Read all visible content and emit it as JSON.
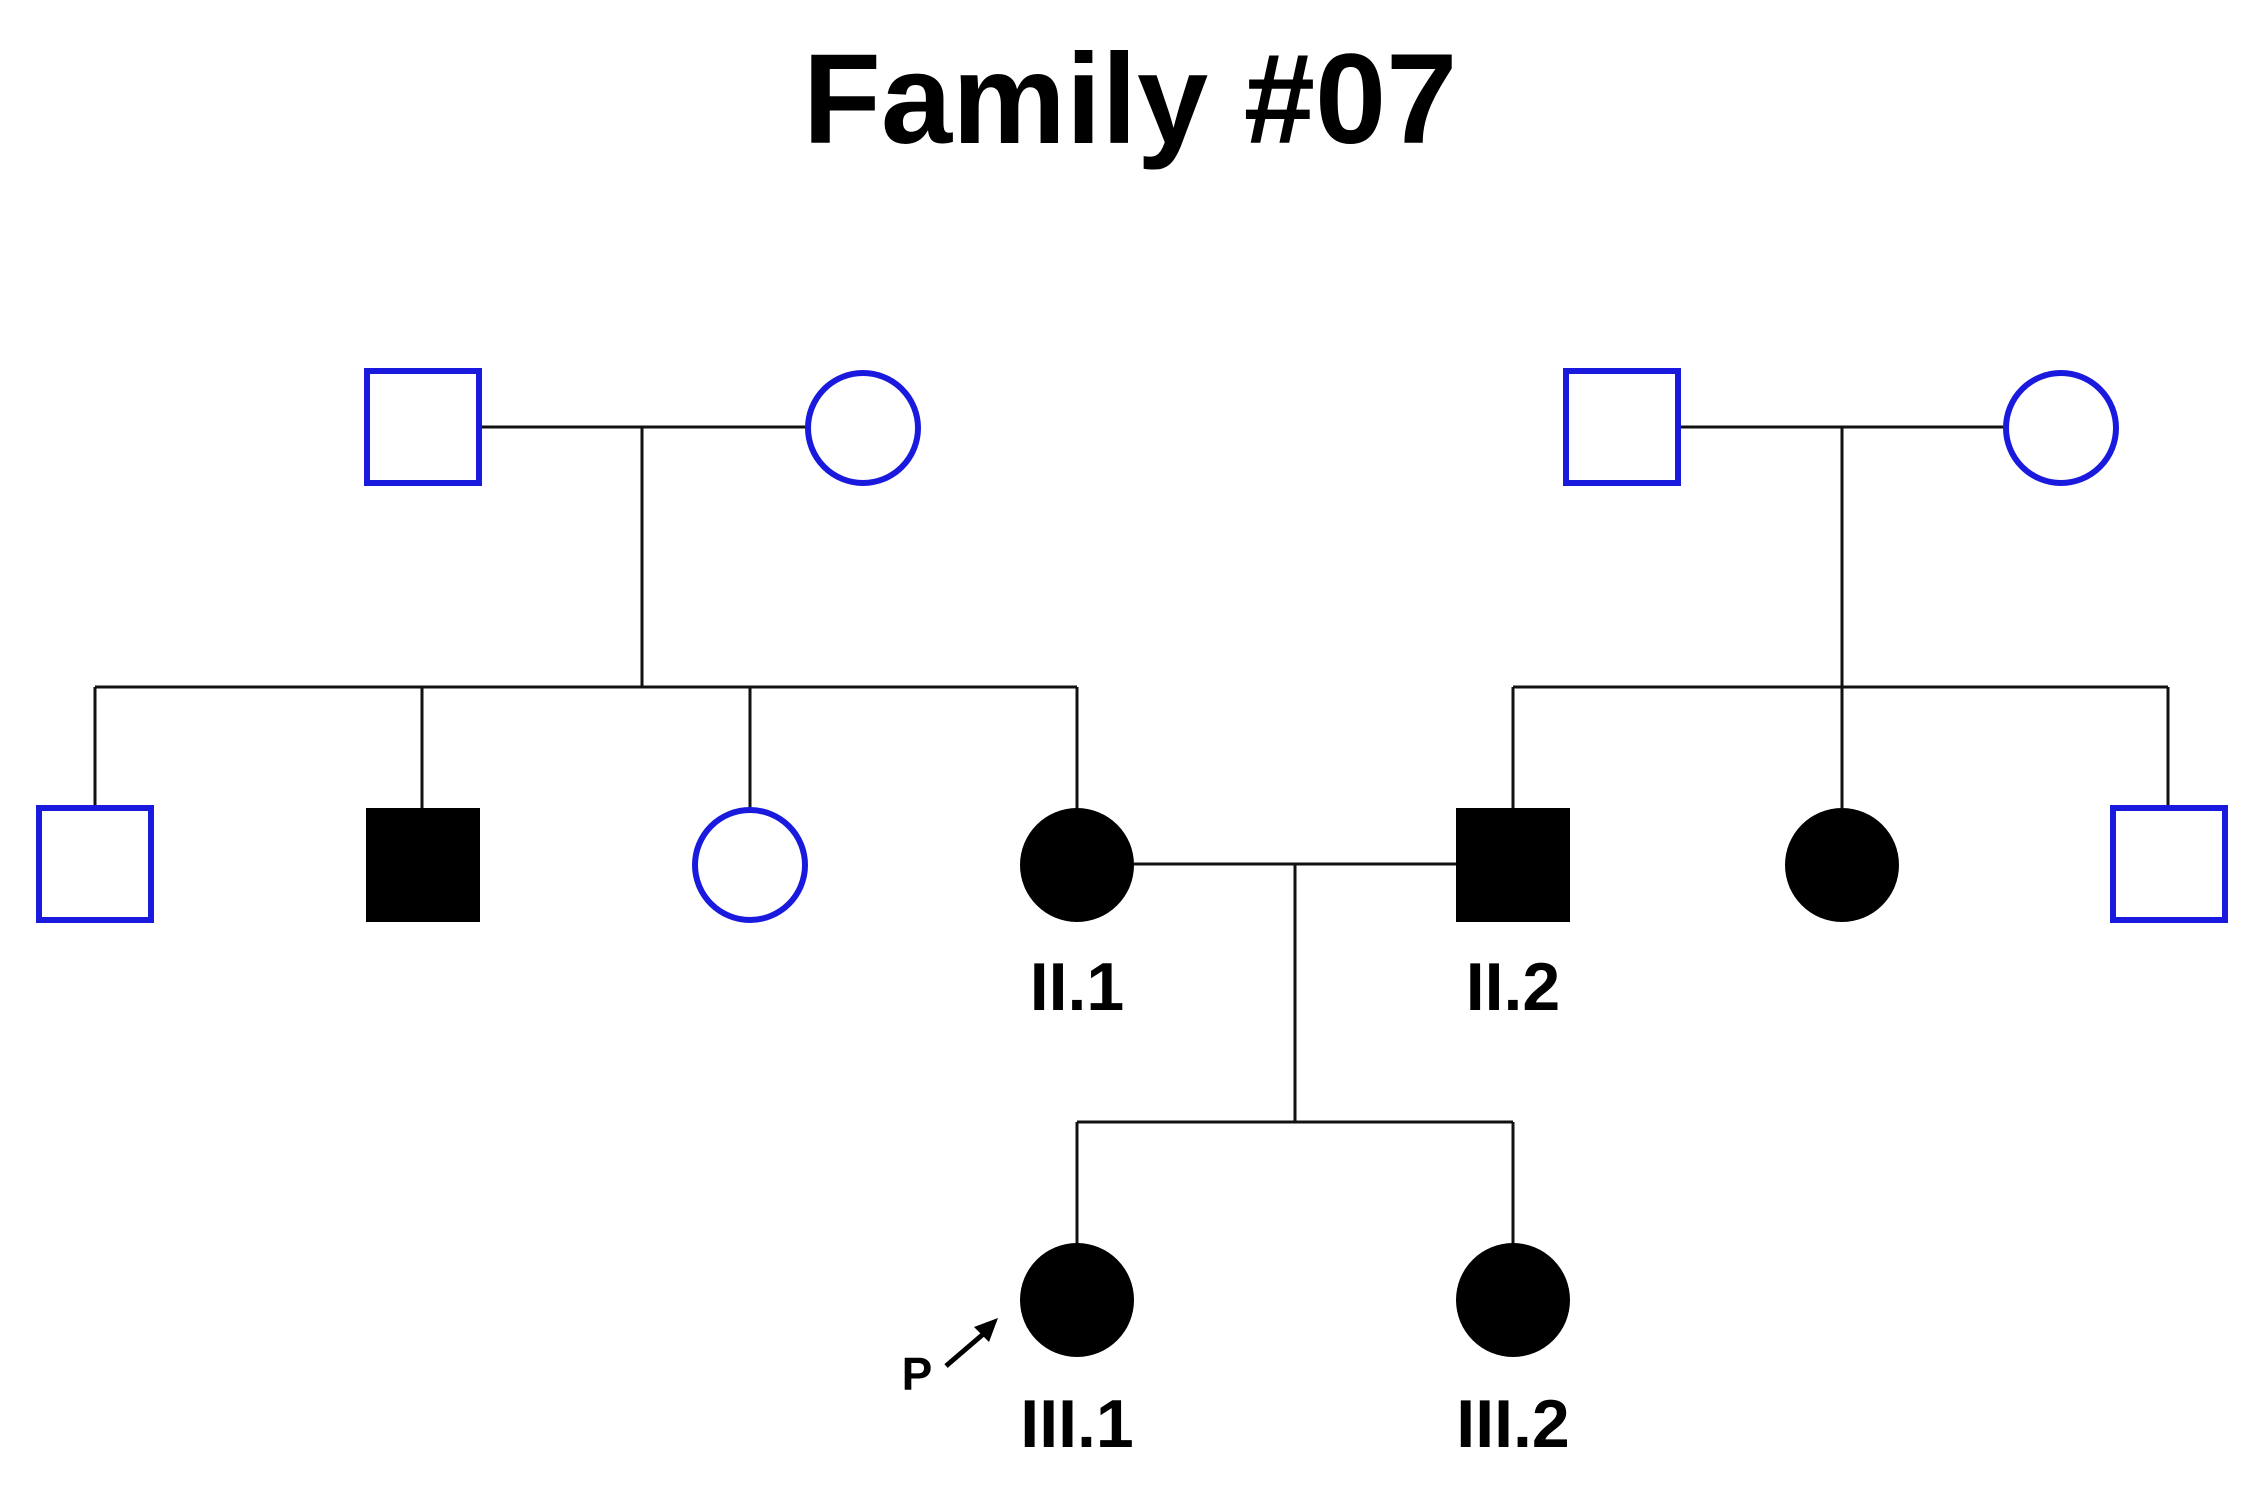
{
  "title": "Family #07",
  "colors": {
    "unaffected_outline": "#1a1adf",
    "affected_fill": "#000000",
    "line": "#111111"
  },
  "individuals": [
    {
      "id": "gen1_left_father",
      "sex": "male",
      "affected": false,
      "label": ""
    },
    {
      "id": "gen1_left_mother",
      "sex": "female",
      "affected": false,
      "label": ""
    },
    {
      "id": "gen1_right_father",
      "sex": "male",
      "affected": false,
      "label": ""
    },
    {
      "id": "gen1_right_mother",
      "sex": "female",
      "affected": false,
      "label": ""
    },
    {
      "id": "gen2_sib1",
      "sex": "male",
      "affected": false,
      "label": ""
    },
    {
      "id": "gen2_sib2",
      "sex": "male",
      "affected": true,
      "label": ""
    },
    {
      "id": "gen2_sib3",
      "sex": "female",
      "affected": false,
      "label": ""
    },
    {
      "id": "II.1",
      "sex": "female",
      "affected": true,
      "label": "II.1"
    },
    {
      "id": "II.2",
      "sex": "male",
      "affected": true,
      "label": "II.2"
    },
    {
      "id": "gen2_sib6",
      "sex": "female",
      "affected": true,
      "label": ""
    },
    {
      "id": "gen2_sib7",
      "sex": "male",
      "affected": false,
      "label": ""
    },
    {
      "id": "III.1",
      "sex": "female",
      "affected": true,
      "label": "III.1",
      "proband": true
    },
    {
      "id": "III.2",
      "sex": "female",
      "affected": true,
      "label": "III.2"
    }
  ],
  "proband_marker": "P"
}
